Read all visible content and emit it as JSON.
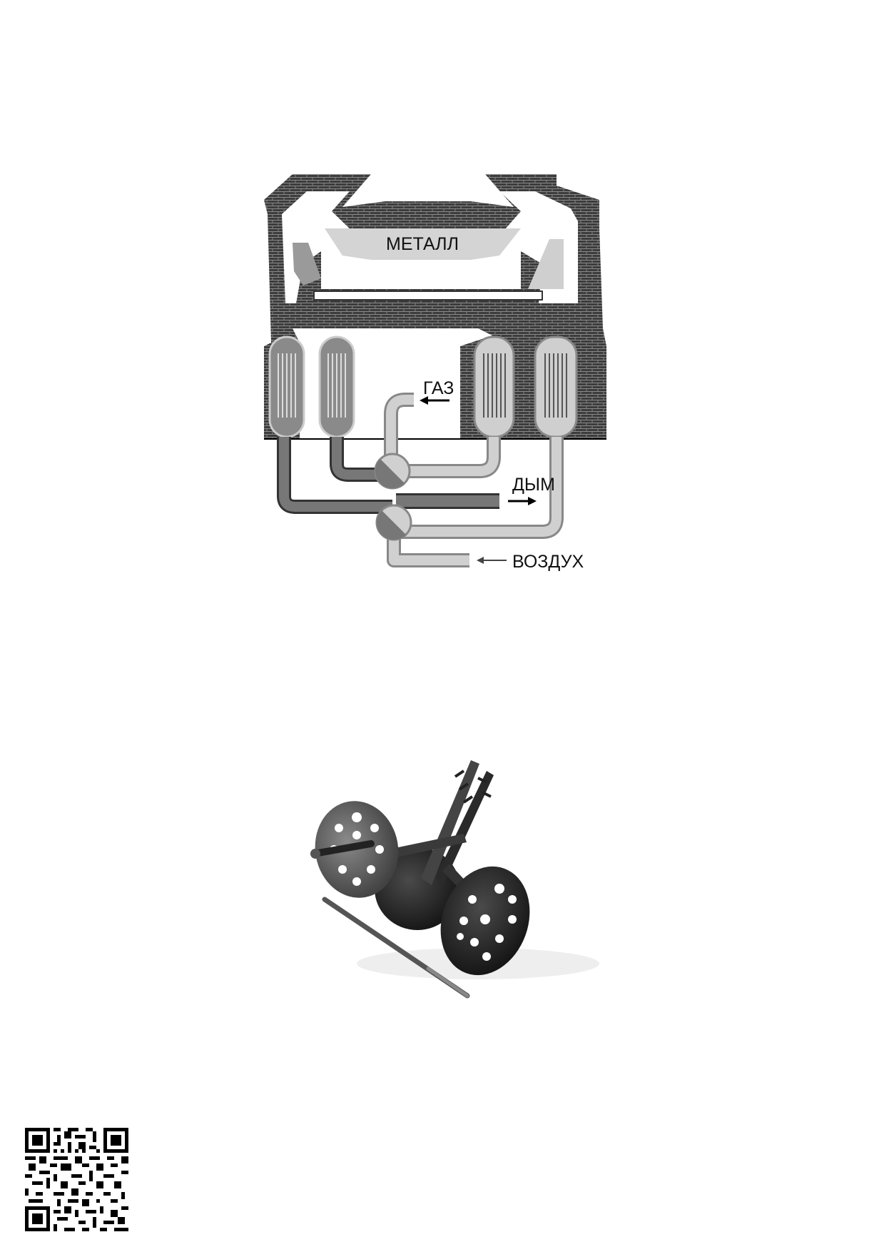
{
  "figure1": {
    "labels": {
      "metal": "МЕТАЛЛ",
      "gas": "ГАЗ",
      "smoke": "ДЫМ",
      "air": "ВОЗДУХ"
    }
  },
  "figure2": {
    "icon": "insulation-anchor-dowels-photo"
  },
  "qr": {
    "icon": "qr-code"
  },
  "colors": {
    "brick": "#3a3a3a",
    "pipe_dark": "#777777",
    "pipe_light": "#c8c8c8",
    "metal_bath": "#d4d4d4"
  }
}
